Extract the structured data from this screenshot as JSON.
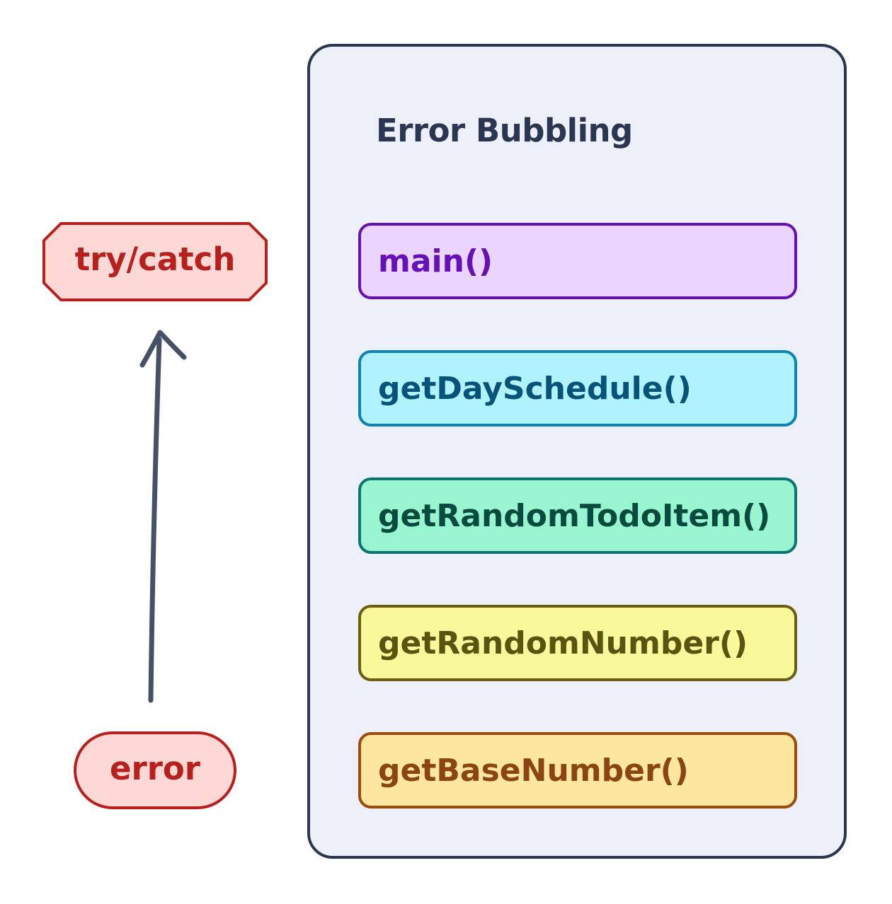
{
  "diagram": {
    "title": "Error Bubbling",
    "catcher": {
      "label": "try/catch"
    },
    "source": {
      "label": "error"
    },
    "call_stack": [
      {
        "label": "main()",
        "fill": "#e9d5fd",
        "stroke": "#6610b8"
      },
      {
        "label": "getDaySchedule()",
        "fill": "#b0f2fd",
        "stroke": "#0d83b4"
      },
      {
        "label": "getRandomTodoItem()",
        "fill": "#99f5d0",
        "stroke": "#0b7670"
      },
      {
        "label": "getRandomNumber()",
        "fill": "#f8f99a",
        "stroke": "#6b5d12"
      },
      {
        "label": "getBaseNumber()",
        "fill": "#fde7a0",
        "stroke": "#9a4d08"
      }
    ],
    "arrow": {
      "from": "error",
      "to": "try/catch",
      "color": "#465066"
    },
    "colors": {
      "panel_fill": "#edf0f8",
      "panel_stroke": "#2b3650",
      "node_fill": "#fdd8d5",
      "node_stroke": "#b8201e"
    }
  }
}
